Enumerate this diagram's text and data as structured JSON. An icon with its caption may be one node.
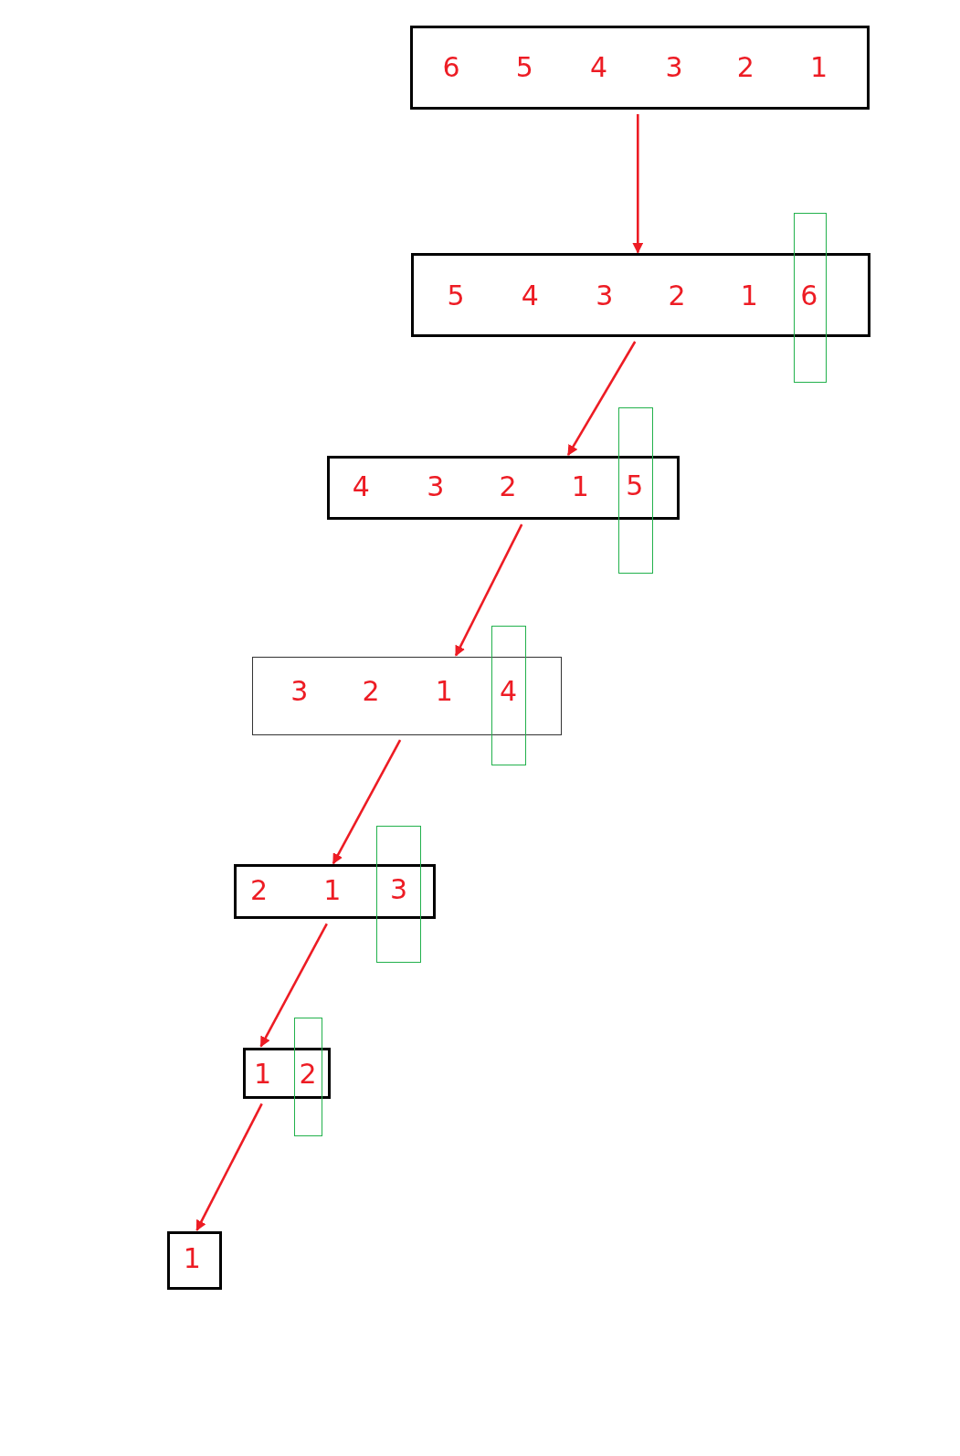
{
  "diagram": {
    "nodes": [
      {
        "text": [
          "6",
          "5",
          "4",
          "3",
          "2",
          "1"
        ]
      },
      {
        "text": [
          "5",
          "4",
          "3",
          "2",
          "1"
        ]
      },
      {
        "text": [
          "6"
        ]
      },
      {
        "text": [
          "4",
          "3",
          "2",
          "1"
        ]
      },
      {
        "text": [
          "5"
        ]
      },
      {
        "text": [
          "3",
          "2",
          "1"
        ]
      },
      {
        "text": [
          "4"
        ]
      },
      {
        "text": [
          "2",
          "1"
        ]
      },
      {
        "text": [
          "3"
        ]
      },
      {
        "text": [
          "1"
        ]
      },
      {
        "text": [
          "2"
        ]
      },
      {
        "text": [
          "1"
        ]
      }
    ],
    "edges": [
      {
        "from": 0,
        "to": 1,
        "arrow": "to"
      },
      {
        "from": 1,
        "to": 3,
        "arrow": "to"
      },
      {
        "from": 3,
        "to": 5,
        "arrow": "to"
      },
      {
        "from": 5,
        "to": 7,
        "arrow": "to"
      },
      {
        "from": 7,
        "to": 9,
        "arrow": "to"
      },
      {
        "from": 9,
        "to": 11,
        "arrow": "to"
      }
    ]
  }
}
